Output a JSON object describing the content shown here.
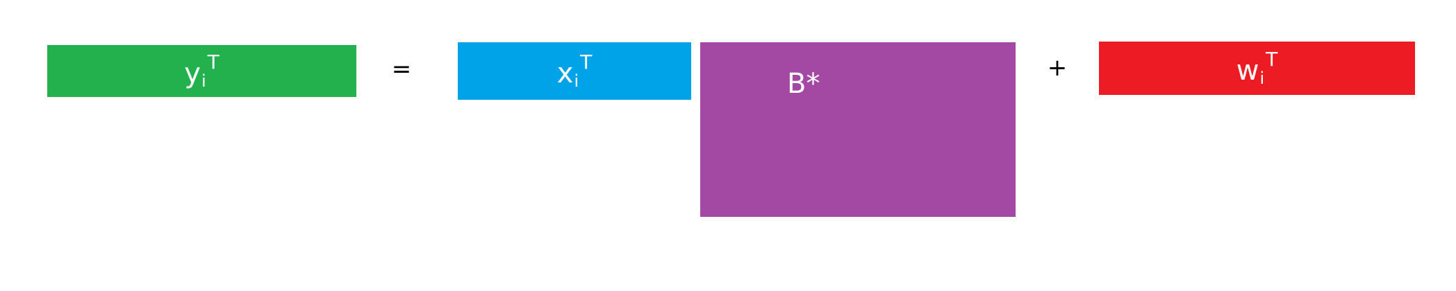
{
  "equation": {
    "y": {
      "base": "y",
      "sub": "i",
      "sup": "T",
      "color": "#22b14c"
    },
    "equals": "=",
    "x": {
      "base": "x",
      "sub": "i",
      "sup": "T",
      "color": "#00a2e8"
    },
    "B": {
      "label": "B*",
      "color": "#a349a4"
    },
    "plus": "+",
    "w": {
      "base": "w",
      "sub": "i",
      "sup": "T",
      "color": "#ed1c24"
    }
  }
}
